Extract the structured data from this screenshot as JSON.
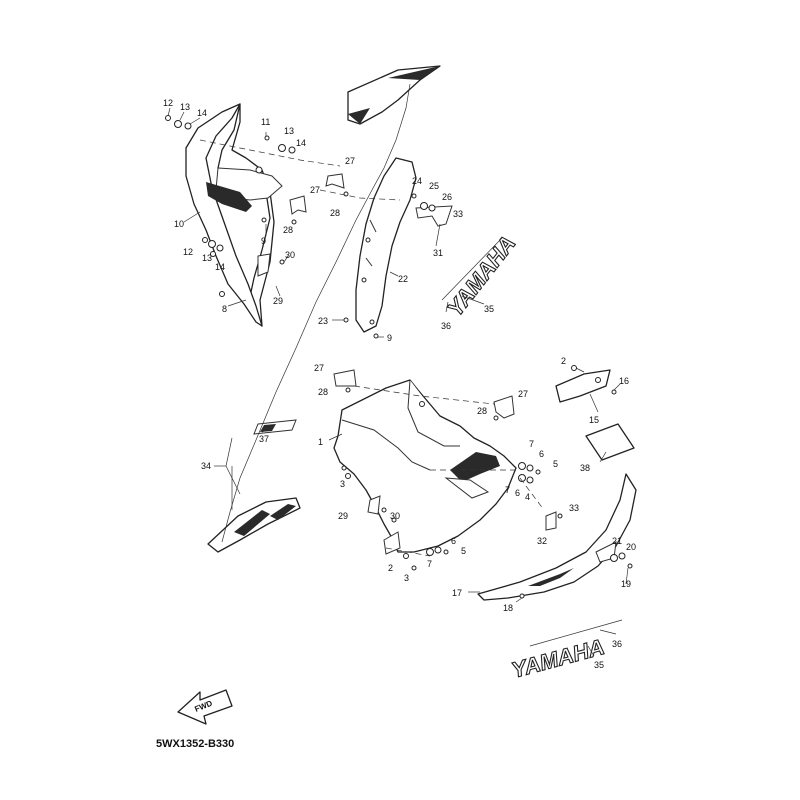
{
  "diagram": {
    "drawing_number": "5WX1352-B330",
    "direction_arrow_label": "FWD",
    "decal_text_upper": "YAMAHA",
    "decal_text_lower": "YAMAHA",
    "callouts": {
      "c1": "1",
      "c2a": "2",
      "c2b": "2",
      "c3a": "3",
      "c3b": "3",
      "c4": "4",
      "c5a": "5",
      "c5b": "5",
      "c6a": "6",
      "c6b": "6",
      "c6c": "6",
      "c7a": "7",
      "c7b": "7",
      "c7c": "7",
      "c8": "8",
      "c9a": "9",
      "c9b": "9",
      "c10": "10",
      "c11": "11",
      "c12a": "12",
      "c12b": "12",
      "c13a": "13",
      "c13b": "13",
      "c13c": "13",
      "c14a": "14",
      "c14b": "14",
      "c14c": "14",
      "c15": "15",
      "c16": "16",
      "c17": "17",
      "c18": "18",
      "c19": "19",
      "c20": "20",
      "c21": "21",
      "c22": "22",
      "c23": "23",
      "c24": "24",
      "c25": "25",
      "c26": "26",
      "c27a": "27",
      "c27b": "27",
      "c27c": "27",
      "c27d": "27",
      "c28a": "28",
      "c28b": "28",
      "c28c": "28",
      "c28d": "28",
      "c29a": "29",
      "c29b": "29",
      "c30a": "30",
      "c30b": "30",
      "c31": "31",
      "c32": "32",
      "c33a": "33",
      "c33b": "33",
      "c34": "34",
      "c35a": "35",
      "c35b": "35",
      "c36a": "36",
      "c36b": "36",
      "c37": "37",
      "c38": "38"
    }
  }
}
